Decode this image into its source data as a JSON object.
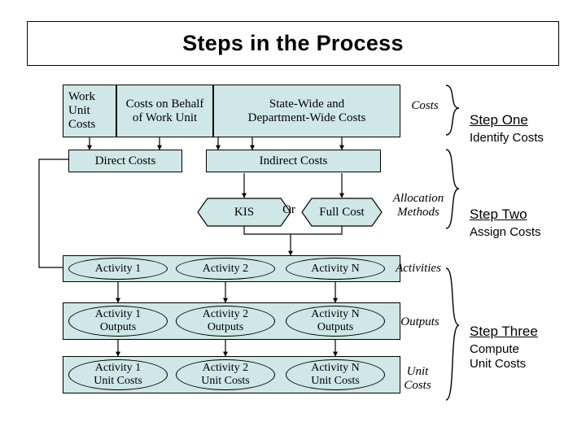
{
  "title": "Steps in the Process",
  "boxes": {
    "work_unit_costs": "Work Unit\nCosts",
    "costs_on_behalf": "Costs on Behalf\nof Work Unit",
    "state_wide": "State-Wide and\nDepartment-Wide Costs",
    "direct_costs": "Direct Costs",
    "indirect_costs": "Indirect Costs"
  },
  "hexagons": {
    "kis": "KIS",
    "full_cost": "Full Cost"
  },
  "connector_labels": {
    "or": "Or",
    "costs": "Costs",
    "allocation_methods": "Allocation\nMethods",
    "activities": "Activities",
    "outputs": "Outputs",
    "unit_costs": "Unit\nCosts"
  },
  "activity_rows": [
    {
      "name": "activities",
      "cells": [
        "Activity 1",
        "Activity 2",
        "Activity N"
      ]
    },
    {
      "name": "outputs",
      "cells": [
        "Activity 1\nOutputs",
        "Activity 2\nOutputs",
        "Activity N\nOutputs"
      ]
    },
    {
      "name": "unit-costs",
      "cells": [
        "Activity 1\nUnit Costs",
        "Activity 2\nUnit Costs",
        "Activity N\nUnit Costs"
      ]
    }
  ],
  "steps": [
    {
      "title": "Step One",
      "subtitle": "Identify Costs"
    },
    {
      "title": "Step Two",
      "subtitle": "Assign Costs"
    },
    {
      "title": "Step Three",
      "subtitle": "Compute\nUnit Costs"
    }
  ],
  "colors": {
    "box_fill": "#cfe7e7",
    "stroke": "#000000",
    "background": "#ffffff"
  }
}
